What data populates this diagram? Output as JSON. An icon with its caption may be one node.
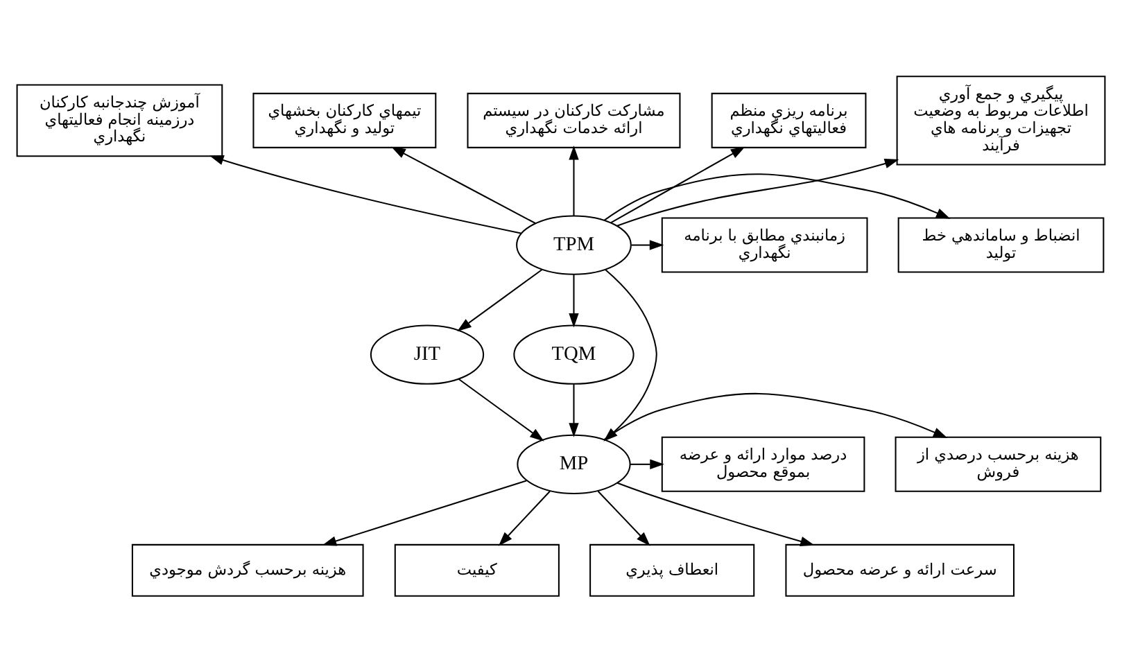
{
  "diagram": {
    "nodes": [
      {
        "text": [
          "آموزش چندجانبه کارکنان درزمينه انجام فعاليتهاي نگهداري"
        ]
      },
      {
        "text": [
          "تيمهاي کارکنان بخشهاي توليد و نگهداري"
        ]
      },
      {
        "text": [
          "مشارکت کارکنان در سيستم ارائه خدمات نگهداري"
        ]
      },
      {
        "text": [
          "برنامه ريزي منظم فعاليتهاي نگهداري"
        ]
      },
      {
        "text": [
          "پيگيري و جمع آوري اطلاعات مربوط به وضعيت تجهيزات و برنامه هاي فرآيند"
        ]
      },
      {
        "text": [
          "انضباط و ساماندهي خط توليد"
        ]
      },
      {
        "text": [
          "TPM"
        ]
      },
      {
        "text": [
          "زمانبندي مطابق با برنامه نگهداري"
        ]
      },
      {
        "text": [
          "JIT"
        ]
      },
      {
        "text": [
          "TQM"
        ]
      },
      {
        "text": [
          "هزينه برحسب درصدي از فروش"
        ]
      },
      {
        "text": [
          "MP"
        ]
      },
      {
        "text": [
          "درصد موارد ارائه و عرضه بموقع محصول"
        ]
      },
      {
        "text": [
          "هزينه برحسب گردش موجودي"
        ]
      },
      {
        "text": [
          "کيفيت"
        ]
      },
      {
        "text": [
          "انعطاف پذيري"
        ]
      },
      {
        "text": [
          "سرعت ارائه و عرضه محصول"
        ]
      }
    ],
    "edges": [
      {
        "from": 6,
        "to": 0,
        "arrow": "to"
      },
      {
        "from": 6,
        "to": 1,
        "arrow": "to"
      },
      {
        "from": 6,
        "to": 2,
        "arrow": "to"
      },
      {
        "from": 6,
        "to": 3,
        "arrow": "to"
      },
      {
        "from": 6,
        "to": 4,
        "arrow": "to"
      },
      {
        "from": 6,
        "to": 5,
        "arrow": "to"
      },
      {
        "from": 6,
        "to": 7,
        "arrow": "to"
      },
      {
        "from": 6,
        "to": 8,
        "arrow": "to"
      },
      {
        "from": 6,
        "to": 9,
        "arrow": "to"
      },
      {
        "from": 6,
        "to": 11,
        "arrow": "to"
      },
      {
        "from": 8,
        "to": 11,
        "arrow": "to"
      },
      {
        "from": 9,
        "to": 11,
        "arrow": "to"
      },
      {
        "from": 11,
        "to": 10,
        "arrow": "to"
      },
      {
        "from": 11,
        "to": 12,
        "arrow": "to"
      },
      {
        "from": 11,
        "to": 13,
        "arrow": "to"
      },
      {
        "from": 11,
        "to": 14,
        "arrow": "to"
      },
      {
        "from": 11,
        "to": 15,
        "arrow": "to"
      },
      {
        "from": 11,
        "to": 16,
        "arrow": "to"
      }
    ]
  }
}
